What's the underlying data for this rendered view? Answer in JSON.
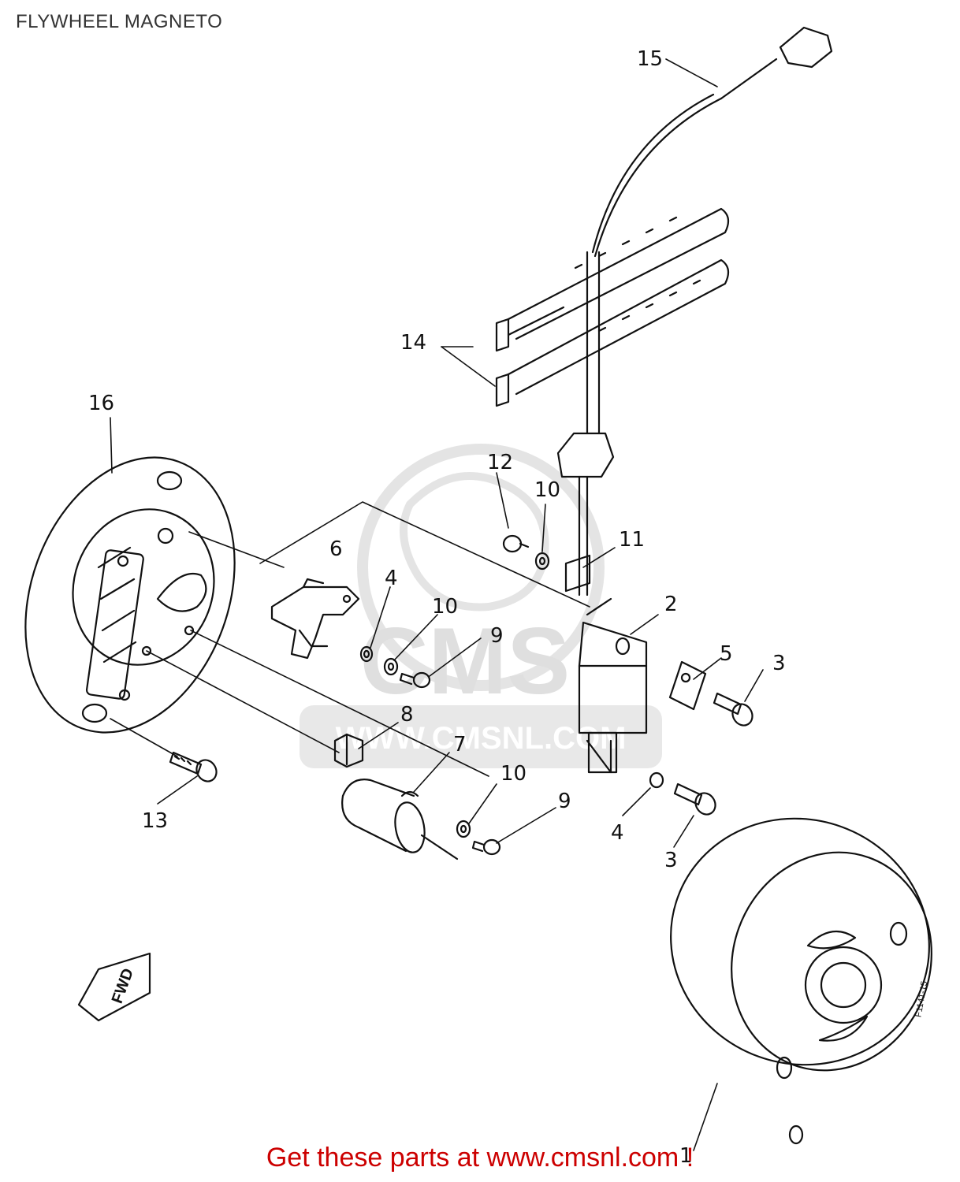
{
  "title": "FLYWHEEL MAGNETO",
  "callouts": {
    "c1": "1",
    "c2": "2",
    "c3a": "3",
    "c3b": "3",
    "c4a": "4",
    "c4b": "4",
    "c5": "5",
    "c6": "6",
    "c7": "7",
    "c8": "8",
    "c9a": "9",
    "c9b": "9",
    "c10a": "10",
    "c10b": "10",
    "c10c": "10",
    "c11": "11",
    "c12": "12",
    "c13": "13",
    "c14": "14",
    "c15": "15",
    "c16": "16"
  },
  "fwd_label": "FWD",
  "flywheel_code": "F1141-15",
  "watermark": {
    "logo": "CMS",
    "url": "WWW.CMSNL.COM"
  },
  "promo": {
    "text": "Get these parts at www.cmsnl.com !"
  },
  "colors": {
    "line": "#111111",
    "promo": "#cc0000",
    "watermark": "#dcdcdc"
  }
}
